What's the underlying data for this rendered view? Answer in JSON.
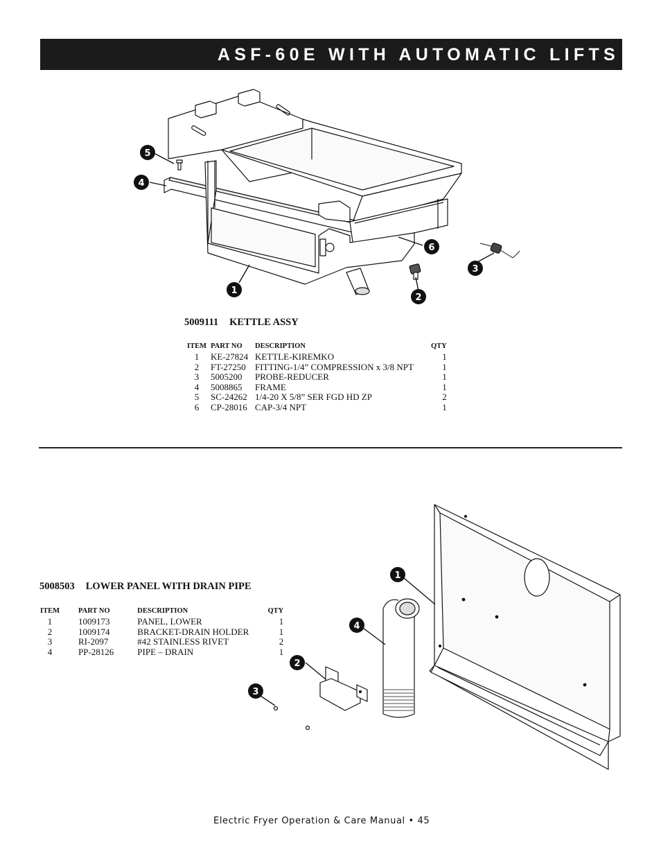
{
  "header": {
    "title": "ASF-60E WITH AUTOMATIC LIFTS"
  },
  "kettle": {
    "part_no": "5009111",
    "name": "KETTLE ASSY",
    "callouts": [
      "1",
      "2",
      "3",
      "4",
      "5",
      "6"
    ],
    "columns": {
      "item": "ITEM",
      "part": "PART NO",
      "desc": "DESCRIPTION",
      "qty": "QTY"
    },
    "rows": [
      {
        "item": "1",
        "part": "KE-27824",
        "desc": "KETTLE-KIREMKO",
        "qty": "1"
      },
      {
        "item": "2",
        "part": "FT-27250",
        "desc": "FITTING-1/4” COMPRESSION x 3/8 NPT",
        "qty": "1"
      },
      {
        "item": "3",
        "part": "5005200",
        "desc": "PROBE-REDUCER",
        "qty": "1"
      },
      {
        "item": "4",
        "part": "5008865",
        "desc": "FRAME",
        "qty": "1"
      },
      {
        "item": "5",
        "part": "SC-24262",
        "desc": "1/4-20 X 5/8” SER FGD HD ZP",
        "qty": "2"
      },
      {
        "item": "6",
        "part": "CP-28016",
        "desc": "CAP-3/4 NPT",
        "qty": "1"
      }
    ]
  },
  "panel": {
    "part_no": "5008503",
    "name": "LOWER PANEL WITH DRAIN PIPE",
    "callouts": [
      "1",
      "2",
      "3",
      "4"
    ],
    "columns": {
      "item": "ITEM",
      "part": "PART NO",
      "desc": "DESCRIPTION",
      "qty": "QTY"
    },
    "rows": [
      {
        "item": "1",
        "part": "1009173",
        "desc": "PANEL, LOWER",
        "qty": "1"
      },
      {
        "item": "2",
        "part": "1009174",
        "desc": "BRACKET-DRAIN HOLDER",
        "qty": "1"
      },
      {
        "item": "3",
        "part": "RI-2097",
        "desc": "#42 STAINLESS RIVET",
        "qty": "2"
      },
      {
        "item": "4",
        "part": "PP-28126",
        "desc": "PIPE – DRAIN",
        "qty": "1"
      }
    ]
  },
  "footer": {
    "text": "Electric Fryer Operation & Care Manual • 45"
  }
}
